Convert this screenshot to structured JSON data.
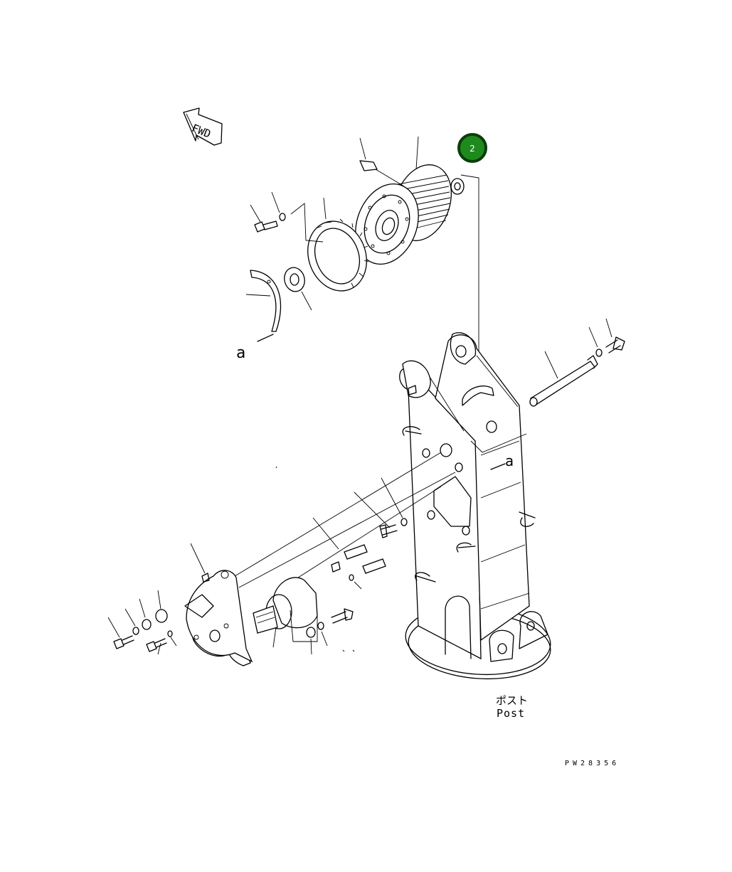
{
  "direction_arrow": {
    "label": "FWD",
    "icon": "fwd-arrow-icon"
  },
  "callout": {
    "number": "2",
    "fill": "#1e8a1e",
    "stroke": "#0b3d0b"
  },
  "reference_marks": {
    "left": "a",
    "right": "a"
  },
  "part_caption": {
    "japanese": "ポスト",
    "english": "Post"
  },
  "drawing_code": "PW28356",
  "colors": {
    "line": "#000000",
    "background": "#ffffff"
  }
}
